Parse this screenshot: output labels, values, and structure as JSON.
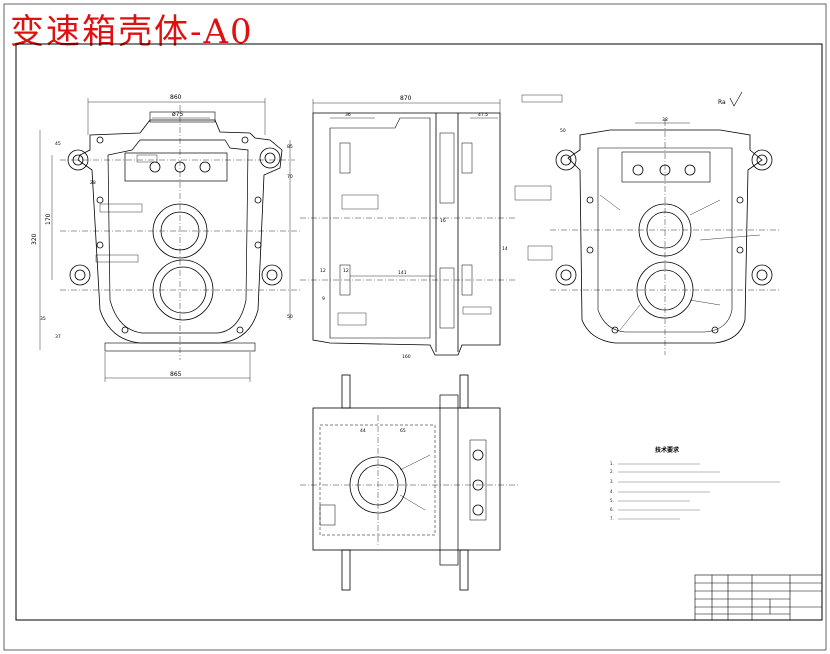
{
  "title": "变速箱壳体-A0",
  "dims": {
    "front_width": "860",
    "front_bottom": "865",
    "front_bore": "ø75",
    "front_height": "320",
    "front_left_170": "170",
    "front_small_45": "45",
    "front_small_85": "85",
    "front_small_70": "70",
    "front_small_50": "50",
    "front_small_35": "35",
    "front_small_37": "37",
    "front_small_28": "28",
    "side_width": "870",
    "side_36": "36",
    "side_47": "47.5",
    "side_141": "141",
    "side_16": "16",
    "side_12": "12",
    "side_14": "14",
    "side_12b": "12",
    "side_9": "9",
    "side_160": "160",
    "right_38": "38",
    "right_50": "50",
    "top_44": "44",
    "top_65": "65"
  },
  "roughness": "Ra",
  "notes": {
    "title": "技术要求",
    "lines": [
      "1.",
      "2.",
      "3.",
      "4.",
      "5.",
      "6.",
      "7."
    ]
  }
}
